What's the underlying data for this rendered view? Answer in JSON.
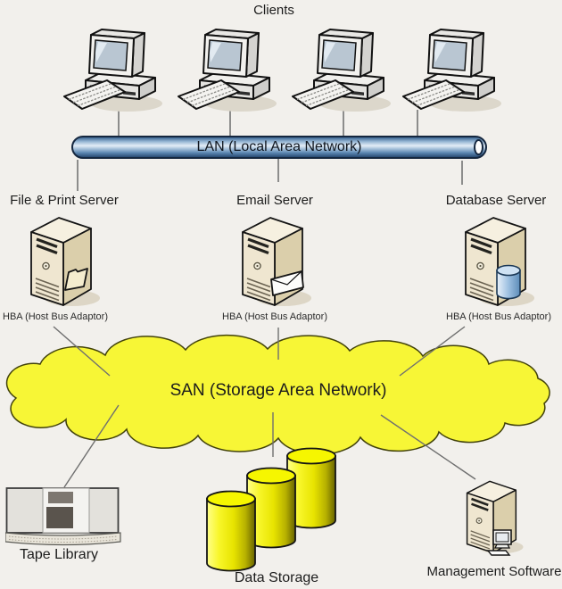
{
  "diagram": {
    "clients": {
      "label": "Clients",
      "count": 4,
      "icon": "desktop-computer-icon"
    },
    "lan": {
      "label": "LAN (Local Area Network)",
      "color": "#7ca6cd"
    },
    "servers": [
      {
        "label": "File & Print Server",
        "hba": "HBA (Host Bus Adaptor)",
        "icon": "folder-icon"
      },
      {
        "label": "Email Server",
        "hba": "HBA (Host Bus Adaptor)",
        "icon": "envelope-icon"
      },
      {
        "label": "Database Server",
        "hba": "HBA (Host Bus Adaptor)",
        "icon": "database-cylinder-icon"
      }
    ],
    "san": {
      "label": "SAN (Storage Area Network)",
      "color": "#f7f636"
    },
    "storage": [
      {
        "label": "Tape Library",
        "icon": "tape-library-icon"
      },
      {
        "label": "Data Storage",
        "icon": "disk-array-icon"
      },
      {
        "label": "Management Software",
        "icon": "management-server-icon"
      }
    ]
  }
}
